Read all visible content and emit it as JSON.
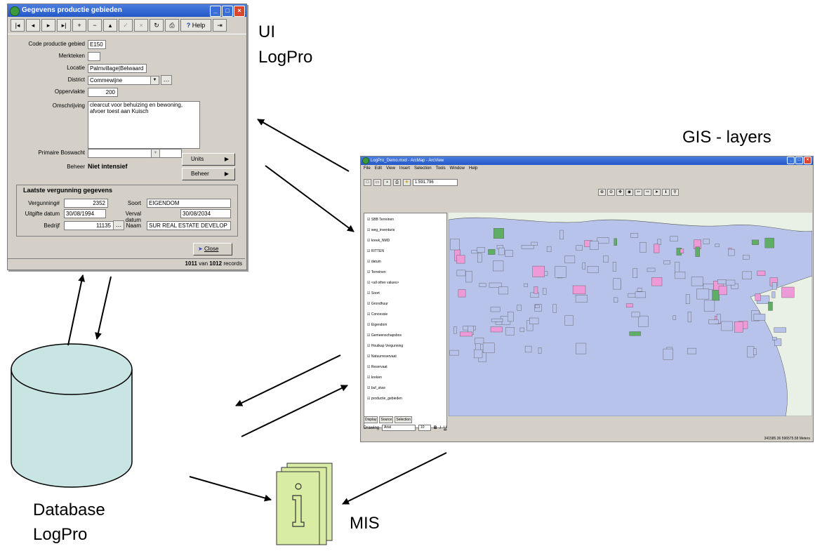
{
  "labels": {
    "ui": "UI",
    "logpro": "LogPro",
    "gis_layers": "GIS - layers",
    "database": "Database",
    "database_logpro": "LogPro",
    "mis": "MIS"
  },
  "form_window": {
    "title": "Gegevens productie gebieden",
    "help_label": "Help",
    "fields": {
      "code_label": "Code productie gebied",
      "code_value": "E150",
      "merkteken_label": "Merkteken",
      "merkteken_value": "",
      "locatie_label": "Locatie",
      "locatie_value": "Palmvillage|Belwaard",
      "district_label": "District",
      "district_value": "Commewijne",
      "oppervlakte_label": "Oppervlakte",
      "oppervlakte_value": "200",
      "omschrijving_label": "Omschrijving",
      "omschrijving_value": "clearcut voor behuizing en bewoning, afvoer toest aan Kuisch",
      "boswacht_label": "Primaire Boswacht",
      "boswacht_value": "",
      "beheer_label": "Beheer",
      "beheer_value": "Niet intensief"
    },
    "units_button": "Units",
    "beheer_button": "Beheer",
    "group_title": "Laatste vergunning gegevens",
    "permit": {
      "vergunning_label": "Vergunning#",
      "vergunning_value": "2352",
      "soort_label": "Soort",
      "soort_value": "EIGENDOM",
      "uitgifte_label": "Uitgifte datum",
      "uitgifte_value": "30/08/1994",
      "verval_label": "Verval datum",
      "verval_value": "30/08/2034",
      "bedrijf_label": "Bedrijf",
      "bedrijf_value": "11135",
      "naam_label": "Naam",
      "naam_value": "SUR REAL ESTATE DEVELOP"
    },
    "close_button": "Close",
    "status": {
      "current": "1011",
      "van": "van",
      "total": "1012",
      "records": "records"
    }
  },
  "map_window": {
    "title": "LogPro_Demo.mxd - ArcMap - ArcView",
    "menu": [
      "File",
      "Edit",
      "View",
      "Insert",
      "Selection",
      "Tools",
      "Window",
      "Help"
    ],
    "scale": "1:591.796",
    "toc_items": [
      "SBB Terreinen",
      "weg_inventaris",
      "kreek_NMD",
      "RITTEN",
      "datum",
      "Terreinen",
      "<all other values>",
      "Soort",
      "Grondhuur",
      "Concessie",
      "Eigendom",
      "Gemeenschapsbos",
      "Houtkap Vergunning",
      "Natuurreservaat",
      "Reservaat",
      "kreken",
      "buf_stuw",
      "productie_gebieden"
    ],
    "toc_tabs": [
      "Display",
      "Source",
      "Selection"
    ],
    "drawing_label": "Drawing",
    "font_label": "Arial",
    "font_size": "10",
    "coords": "341585.36  596575.58 Meters"
  },
  "colors": {
    "map_blue": "#b7c3ea",
    "map_pink": "#ee9ad8",
    "map_green": "#5fae65",
    "db_fill": "#c8e5e3",
    "doc_fill": "#d8eca4"
  }
}
